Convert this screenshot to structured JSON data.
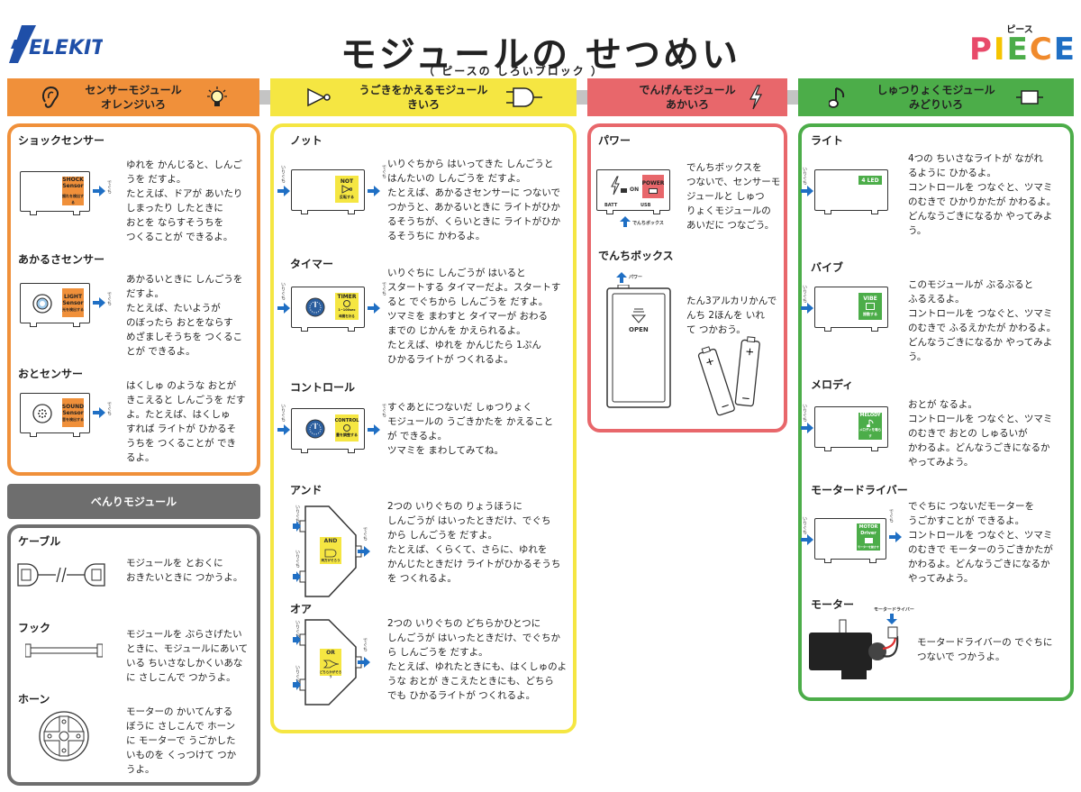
{
  "header": {
    "logo_text": "ELEKIT",
    "title": "モジュールの せつめい",
    "subtitle": "（ ピースの しろいブロック ）",
    "piece_kana": "ピース",
    "piece_letters": [
      "P",
      "I",
      "E",
      "C",
      "E"
    ]
  },
  "colors": {
    "orange": "#f0903a",
    "yellow": "#f5e642",
    "red": "#e8676b",
    "green": "#4cad49",
    "gray": "#6e6e6e",
    "blue": "#1f6fc4"
  },
  "categories": {
    "sensor": {
      "name": "センサーモジュール",
      "color_name": "オレンジいろ"
    },
    "motion": {
      "name": "うごきをかえるモジュール",
      "color_name": "きいろ"
    },
    "power": {
      "name": "でんげんモジュール",
      "color_name": "あかいろ"
    },
    "output": {
      "name": "しゅつりょくモジュール",
      "color_name": "みどりいろ"
    },
    "util": {
      "name": "べんりモジュール"
    }
  },
  "port_labels": {
    "in": "いりぐち",
    "out": "でぐち"
  },
  "sensor": [
    {
      "title": "ショックセンサー",
      "label": "SHOCK\nSensor",
      "sub": "揺れを検出する",
      "desc": "ゆれを かんじると、しんご\nうを だすよ。\nたとえば、ドアが あいたり\nしまったり したときに\nおとを ならすそうちを\nつくることが できるよ。"
    },
    {
      "title": "あかるさセンサー",
      "label": "LIGHT\nSensor",
      "sub": "光を検出する",
      "desc": "あかるいときに しんごうを\nだすよ。\nたとえば、たいようが\nのぼったら おとをならす\nめざましそうちを つくるこ\nとが できるよ。"
    },
    {
      "title": "おとセンサー",
      "label": "SOUND\nSensor",
      "sub": "音を検出する",
      "desc": "はくしゅ のような おとが\nきこえると しんごうを だす\nよ。たとえば、はくしゅ\nすれば ライトが ひかるそ\nうちを つくることが でき\nるよ。"
    }
  ],
  "motion": [
    {
      "title": "ノット",
      "label": "NOT",
      "sub": "反転する",
      "desc": "いりぐちから はいってきた しんごうと\nはんたいの しんごうを だすよ。\nたとえば、あかるさセンサーに つないで\nつかうと、あかるいときに ライトがひか\nるそうちが、くらいときに ライトがひか\nるそうちに かわるよ。"
    },
    {
      "title": "タイマー",
      "label": "TIMER",
      "sub": "1~100sec\n時間を計る",
      "desc": "いりぐちに しんごうが はいると\nスタートする タイマーだよ。スタートす\nると でぐちから しんごうを だすよ。\nツマミを まわすと タイマーが おわる\nまでの じかんを かえられるよ。\nたとえば、ゆれを かんじたら 1ぷん\nひかるライトが つくれるよ。"
    },
    {
      "title": "コントロール",
      "label": "CONTROL",
      "sub": "量を調整する",
      "desc": "すぐあとにつないだ しゅつりょく\nモジュールの うごきかたを かえること\nが できるよ。\nツマミを まわしてみてね。"
    },
    {
      "title": "アンド",
      "label": "AND",
      "sub": "両方がそろう",
      "desc": "2つの いりぐちの りょうほうに\nしんごうが はいったときだけ、でぐち\nから しんごうを だすよ。\nたとえば、くらくて、さらに、ゆれを\nかんじたときだけ ライトがひかるそうち\nを つくれるよ。"
    },
    {
      "title": "オア",
      "label": "OR",
      "sub": "どちらかがそろう",
      "desc": "2つの いりぐちの どちらかひとつに\nしんごうが はいったときだけ、でぐちか\nら しんごうを だすよ。\nたとえば、ゆれたときにも、はくしゅのよ\nうな おとが きこえたときにも、どちら\nでも ひかるライトが つくれるよ。"
    }
  ],
  "power": {
    "power_title": "パワー",
    "power_label": "POWER",
    "on_label": "ON",
    "batt_label": "BATT",
    "usb_label": "USB",
    "box_caption": "でんちボックス",
    "power_desc": "でんちボックスを\nつないで、センサーモ\nジュールと しゅつ\nりょくモジュールの\nあいだに つなごう。",
    "box_title": "でんちボックス",
    "box_arrow_label": "パワー",
    "open_label": "OPEN",
    "box_desc": "たん3アルカリかんで\nんち 2ほんを いれ\nて つかおう。"
  },
  "output": [
    {
      "title": "ライト",
      "label": "4 LED",
      "desc": "4つの ちいさなライトが ながれ\nるように ひかるよ。\nコントロールを つなぐと、ツマミ\nのむきで ひかりかたが かわるよ。\nどんなうごきになるか やってみよ\nう。"
    },
    {
      "title": "バイブ",
      "label": "VIBE",
      "sub": "振動する",
      "desc": "このモジュールが ぶるぶると\nふるえるよ。\nコントロールを つなぐと、ツマミ\nのむきで ふるえかたが かわるよ。\nどんなうごきになるか やってみよ\nう。"
    },
    {
      "title": "メロディ",
      "label": "MELODY",
      "sub": "メロディを鳴らす",
      "desc": "おとが なるよ。\nコントロールを つなぐと、ツマミ\nのむきで おとの しゅるいが\nかわるよ。どんなうごきになるか\nやってみよう。"
    },
    {
      "title": "モータードライバー",
      "label": "MOTOR\nDriver",
      "sub": "モーターを動かす",
      "desc": "でぐちに つないだモーターを\nうごかすことが できるよ。\nコントロールを つなぐと、ツマミ\nのむきで モーターのうごきかたが\nかわるよ。どんなうごきになるか\nやってみよう。"
    },
    {
      "title": "モーター",
      "arrow_label": "モータードライバー",
      "desc": "モータードライバーの でぐちに\nつないで つかうよ。"
    }
  ],
  "util": [
    {
      "title": "ケーブル",
      "desc": "モジュールを とおくに\nおきたいときに つかうよ。"
    },
    {
      "title": "フック",
      "desc": "モジュールを ぶらさげたい\nときに、モジュールにあいて\nいる ちいさなしかくいあな\nに さしこんで つかうよ。"
    },
    {
      "title": "ホーン",
      "desc": "モーターの かいてんする\nぼうに さしこんで ホーン\nに モーターで うごかした\nいものを くっつけて つか\nうよ。"
    }
  ]
}
